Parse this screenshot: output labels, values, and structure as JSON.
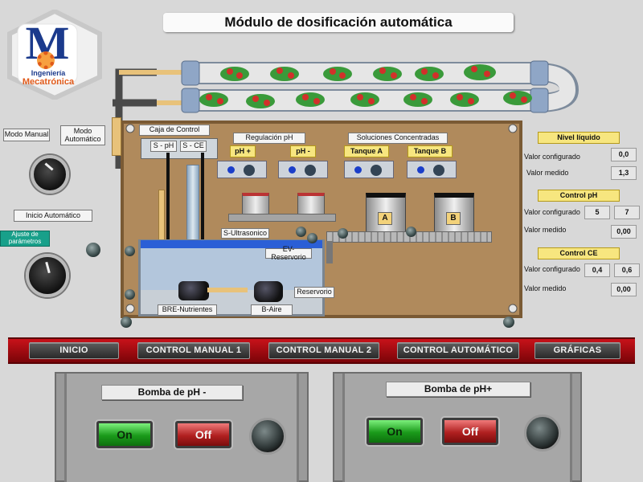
{
  "title": "Módulo de dosificación automática",
  "logo": {
    "line1": "Ingeniería",
    "line2": "Mecatrónica",
    "letter": "M"
  },
  "left": {
    "modo_manual": "Modo Manual",
    "modo_automatico": "Modo Automático",
    "inicio_automatico": "Inicio Automático",
    "ajuste": "Ajuste de parámetros"
  },
  "diagram": {
    "caja_control": "Caja de Control",
    "s_ph": "S - pH",
    "s_ce": "S - CE",
    "regulacion_ph": "Regulación pH",
    "ph_plus": "pH +",
    "ph_minus": "pH -",
    "soluciones": "Soluciones Concentradas",
    "tanque_a": "Tanque A",
    "tanque_b": "Tanque B",
    "tank_a_letter": "A",
    "tank_b_letter": "B",
    "s_ultrasonico": "S-Ultrasonico",
    "ev_reservorio": "EV-Reservorio",
    "reservorio": "Reservorio",
    "bre_nutrientes": "BRE-Nutrientes",
    "b_aire": "B-Aire"
  },
  "right": {
    "nivel": {
      "title": "Nivel líquido",
      "configurado_label": "Valor configurado",
      "configurado": "0,0",
      "medido_label": "Valor medido",
      "medido": "1,3"
    },
    "ph": {
      "title": "Control pH",
      "configurado_label": "Valor configurado",
      "min": "5",
      "max": "7",
      "medido_label": "Valor medido",
      "medido": "0,00"
    },
    "ce": {
      "title": "Control CE",
      "configurado_label": "Valor configurado",
      "min": "0,4",
      "max": "0,6",
      "medido_label": "Valor medido",
      "medido": "0,00"
    }
  },
  "nav": [
    "INICIO",
    "CONTROL MANUAL 1",
    "CONTROL MANUAL 2",
    "CONTROL AUTOMÁTICO",
    "GRÁFICAS"
  ],
  "panels": [
    {
      "title": "Bomba  de pH -",
      "on": "On",
      "off": "Off"
    },
    {
      "title": "Bomba de pH+",
      "on": "On",
      "off": "Off"
    }
  ],
  "colors": {
    "accent_yellow": "#f7e67f",
    "nav_bar": "#b50e14",
    "water": "#2b5fd6",
    "board": "#b08a5c"
  }
}
